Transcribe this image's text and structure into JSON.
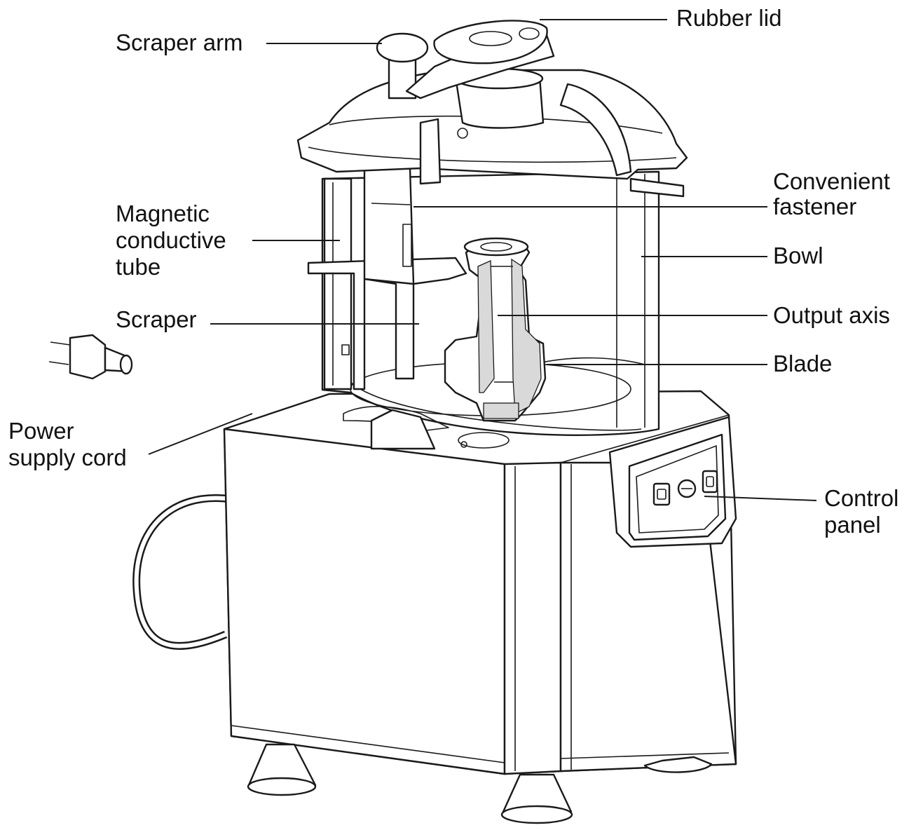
{
  "labels": {
    "rubber_lid": "Rubber lid",
    "scraper_arm": "Scraper arm",
    "convenient_fastener_1": "Convenient",
    "convenient_fastener_2": "fastener",
    "magnetic_1": "Magnetic",
    "magnetic_2": "conductive",
    "magnetic_3": "tube",
    "bowl": "Bowl",
    "scraper": "Scraper",
    "output_axis": "Output axis",
    "blade": "Blade",
    "power_1": "Power",
    "power_2": "supply cord",
    "control_1": "Control",
    "control_2": "panel"
  },
  "colors": {
    "ink": "#1a1a1a",
    "background": "#ffffff"
  }
}
